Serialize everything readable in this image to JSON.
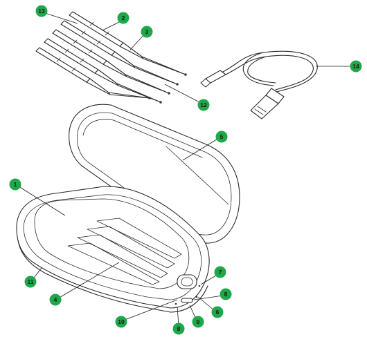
{
  "diagram": {
    "callouts": [
      {
        "id": "1",
        "label": "1"
      },
      {
        "id": "2",
        "label": "2"
      },
      {
        "id": "3",
        "label": "3"
      },
      {
        "id": "4",
        "label": "4"
      },
      {
        "id": "5",
        "label": "5"
      },
      {
        "id": "6",
        "label": "6"
      },
      {
        "id": "7",
        "label": "7"
      },
      {
        "id": "8a",
        "label": "8"
      },
      {
        "id": "8b",
        "label": "8"
      },
      {
        "id": "9",
        "label": "9"
      },
      {
        "id": "10",
        "label": "10"
      },
      {
        "id": "11",
        "label": "11"
      },
      {
        "id": "12",
        "label": "12"
      },
      {
        "id": "13",
        "label": "13"
      },
      {
        "id": "14",
        "label": "14"
      }
    ],
    "colors": {
      "callout_fill": "#1fa84a",
      "line_art": "#2a2a2a",
      "background": "#ffffff"
    }
  }
}
